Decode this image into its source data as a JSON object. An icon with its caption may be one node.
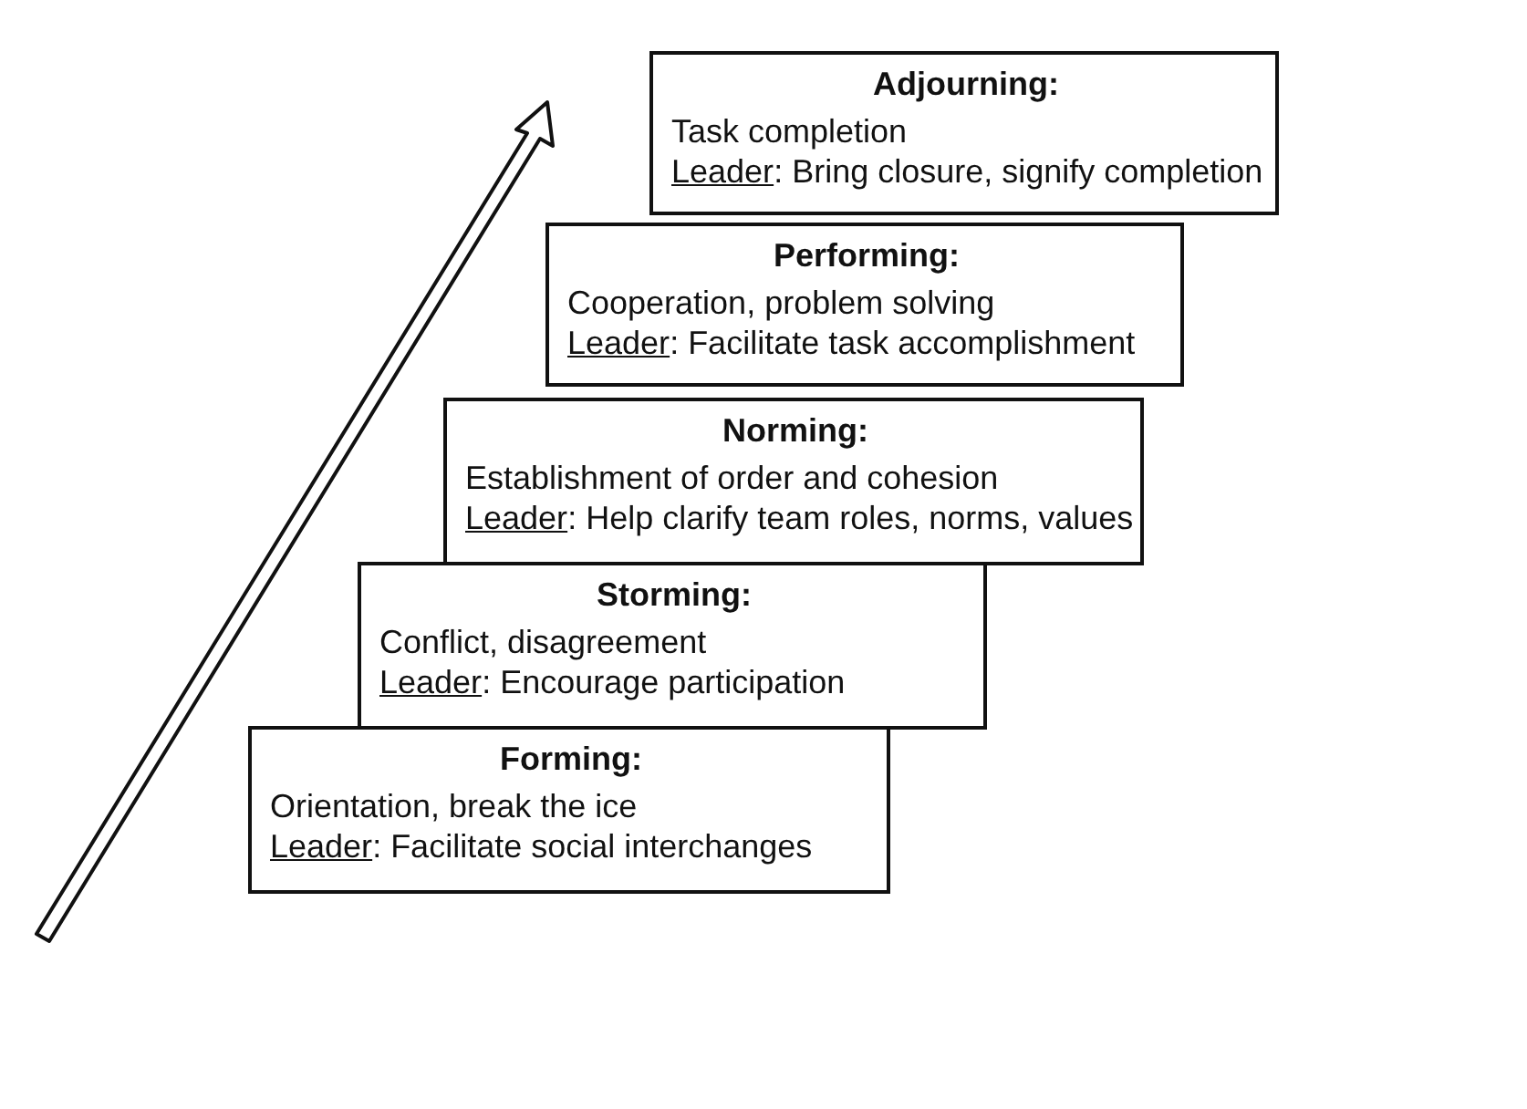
{
  "diagram": {
    "nodes": [
      {
        "text": [
          "Adjourning:",
          "Task completion",
          "Leader: Bring closure, signify completion"
        ]
      },
      {
        "text": [
          "Performing:",
          "Cooperation, problem solving",
          "Leader: Facilitate task accomplishment"
        ]
      },
      {
        "text": [
          "Norming:",
          "Establishment of order and cohesion",
          "Leader: Help clarify team roles, norms, values"
        ]
      },
      {
        "text": [
          "Storming:",
          "Conflict, disagreement",
          "Leader: Encourage participation"
        ]
      },
      {
        "text": [
          "Forming:",
          "Orientation, break the ice",
          "Leader: Facilitate social interchanges"
        ]
      }
    ],
    "edges": []
  }
}
